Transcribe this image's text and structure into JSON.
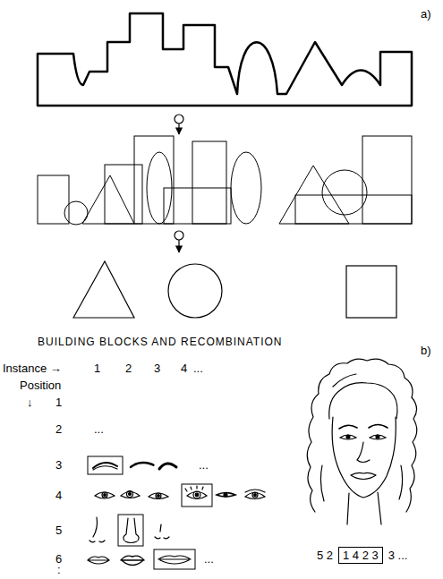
{
  "diagram": {
    "title": "BUILDING BLOCKS AND RECOMBINATION",
    "nodes": [
      {
        "text": [
          "1 4 2 3"
        ]
      }
    ],
    "labels": [
      "a)",
      "b)",
      "Instance →",
      "1",
      "2",
      "3",
      "4",
      "...",
      "Position",
      "↓",
      "1",
      "2",
      "...",
      "3",
      "...",
      "4",
      "5",
      "6",
      "...",
      ":",
      "5 2",
      "3 ..."
    ]
  }
}
